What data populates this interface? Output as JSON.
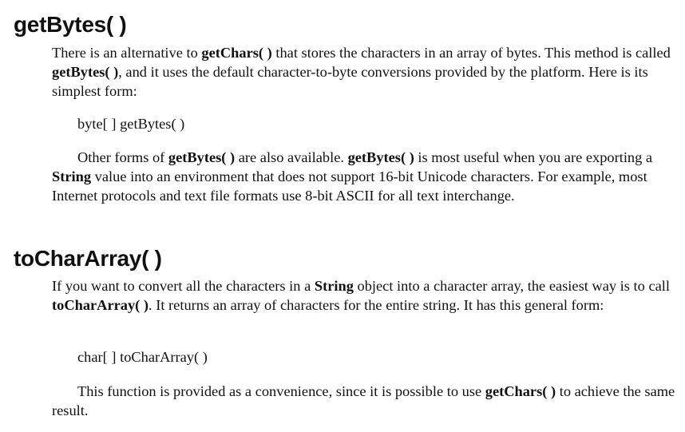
{
  "section1": {
    "heading": "getBytes( )",
    "para1": [
      {
        "t": "There is an alternative to "
      },
      {
        "t": "getChars( )",
        "b": true
      },
      {
        "t": " that stores the characters in an array of bytes. This method is called "
      },
      {
        "t": "getBytes( )",
        "b": true
      },
      {
        "t": ", and it uses the default character-to-byte conversions provided by the platform. Here is its simplest form:"
      }
    ],
    "code": "byte[ ] getBytes( )",
    "para2": [
      {
        "t": "Other forms of "
      },
      {
        "t": "getBytes( )",
        "b": true
      },
      {
        "t": " are also available. "
      },
      {
        "t": "getBytes( )",
        "b": true
      },
      {
        "t": " is most useful when you are exporting a "
      },
      {
        "t": "String",
        "b": true
      },
      {
        "t": " value into an environment that does not support 16-bit Unicode characters. For example, most Internet protocols and text file formats use 8-bit ASCII for all text interchange."
      }
    ]
  },
  "section2": {
    "heading": "toCharArray( )",
    "para1": [
      {
        "t": "If you want to convert all the characters in a "
      },
      {
        "t": "String",
        "b": true
      },
      {
        "t": " object into a character array, the easiest way is to call "
      },
      {
        "t": "toCharArray( )",
        "b": true
      },
      {
        "t": ". It returns an array of characters for the entire string. It has this general form:"
      }
    ],
    "code": "char[ ] toCharArray( )",
    "para2": [
      {
        "t": "This function is provided as a convenience, since it is possible to use "
      },
      {
        "t": "getChars( )",
        "b": true
      },
      {
        "t": " to achieve the same result."
      }
    ]
  }
}
